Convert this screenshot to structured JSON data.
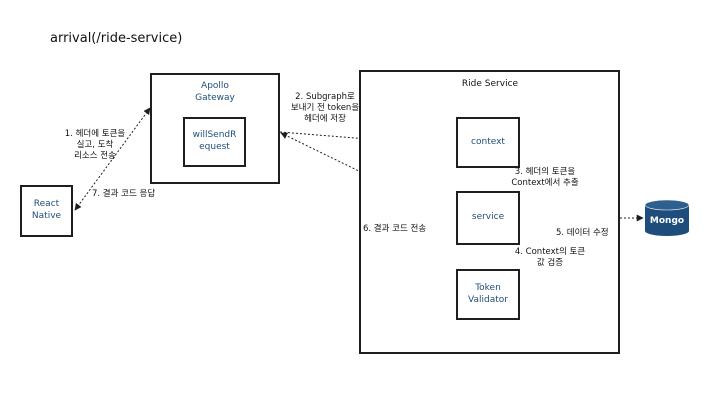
{
  "title": "arrival(/ride-service)",
  "nodes": {
    "apollo_gateway": "Apollo\nGateway",
    "will_send_request": "willSendR\nequest",
    "ride_service": "Ride Service",
    "context": "context",
    "service": "service",
    "token_validator": "Token\nValidator",
    "react_native": "React\nNative",
    "mongo": "Mongo"
  },
  "edge_labels": {
    "step1": "1. 헤더에 토큰을\n실고, 도착\n리소스 전송",
    "step2": "2. Subgraph로\n보내기 전 token을\n헤더에 저장",
    "step3": "3. 헤더의 토큰을\nContext에서 추출",
    "step4": "4. Context의 토큰\n값 검증",
    "step5": "5. 데이터 수정",
    "step6": "6. 결과 코드 전송",
    "step7": "7. 결과 코드 응답"
  },
  "colors": {
    "node_text": "#1f4e79",
    "border": "#1f1f1f",
    "mongo_fill": "#1e4d7b"
  }
}
